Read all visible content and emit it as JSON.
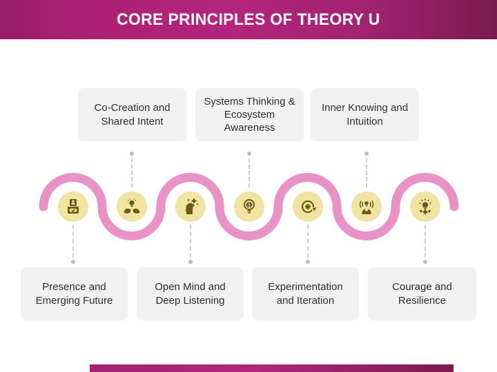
{
  "title": "CORE PRINCIPLES OF THEORY U",
  "colors": {
    "header_gradient_left": "#9C1E67",
    "header_gradient_mid": "#B3257C",
    "header_gradient_right": "#7A1B50",
    "wave_pink": "#E992C5",
    "node_fill": "#F1E3A1",
    "icon_olive": "#6B5A10",
    "card_background": "#F1F1F1",
    "card_text": "#2E2E2E",
    "connector_gray": "#CBCBCB"
  },
  "principles": [
    {
      "label": "Presence and Emerging Future",
      "position": "bottom",
      "icon": "ballot-box-icon"
    },
    {
      "label": "Co-Creation and Shared Intent",
      "position": "top",
      "icon": "hands-holding-bulb-icon"
    },
    {
      "label": "Open Mind and Deep Listening",
      "position": "bottom",
      "icon": "open-mind-gears-icon"
    },
    {
      "label": "Systems Thinking & Ecosystem Awareness",
      "position": "top",
      "icon": "brain-bulb-icon"
    },
    {
      "label": "Experimentation and Iteration",
      "position": "bottom",
      "icon": "iteration-cycle-icon"
    },
    {
      "label": "Inner Knowing and Intuition",
      "position": "top",
      "icon": "intuition-broadcast-icon"
    },
    {
      "label": "Courage and Resilience",
      "position": "bottom",
      "icon": "courage-bulb-gear-icon"
    }
  ]
}
